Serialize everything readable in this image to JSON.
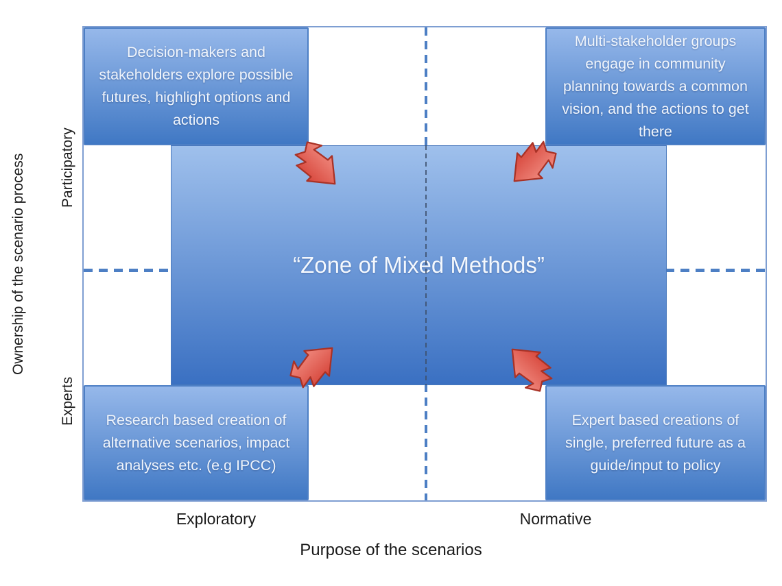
{
  "diagram": {
    "zone_label": "“Zone of Mixed Methods”",
    "quadrants": {
      "top_left": "Decision-makers and stakeholders explore possible futures, highlight options and actions",
      "top_right": "Multi-stakeholder groups engage in community planning towards a common vision, and the actions to get there",
      "bottom_left": "Research based creation of alternative scenarios, impact analyses etc. (e.g IPCC)",
      "bottom_right": "Expert based creations of single, preferred future as a guide/input to policy"
    },
    "y_axis": {
      "title": "Ownership of the scenario process",
      "top_label": "Participatory",
      "bottom_label": "Experts"
    },
    "x_axis": {
      "title": "Purpose of the scenarios",
      "left_label": "Exploratory",
      "right_label": "Normative"
    },
    "icons": {
      "corner_arrow": "bent-arrow-icon"
    },
    "colors": {
      "box_fill_top": "#96b8ea",
      "box_fill_bottom": "#4078c4",
      "box_border": "#4d7fc5",
      "plot_border": "#7e9ed2",
      "dashed_line": "#4d7fc4",
      "center_divider": "#3d4f6b",
      "arrow_fill_light": "#f0897e",
      "arrow_fill_dark": "#d6453a",
      "arrow_border": "#a93226",
      "box_text": "#f0f5fc",
      "axis_text": "#1a1a1a"
    }
  }
}
